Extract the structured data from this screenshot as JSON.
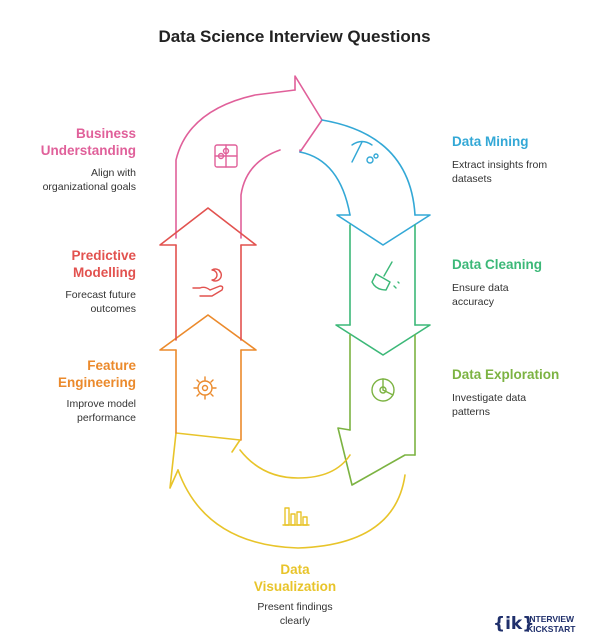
{
  "title": "Data Science Interview Questions",
  "colors": {
    "pink": "#e0609a",
    "blue": "#33a8d6",
    "green": "#3cb878",
    "olive": "#7cb342",
    "yellow": "#e8c42a",
    "orange": "#eb8a2c",
    "red": "#e2524f"
  },
  "steps": [
    {
      "title_lines": [
        "Business",
        "Understanding"
      ],
      "desc_lines": [
        "Align with",
        "organizational goals"
      ],
      "icon": "puzzle-icon"
    },
    {
      "title_lines": [
        "Data Mining"
      ],
      "desc_lines": [
        "Extract insights from",
        "datasets"
      ],
      "icon": "pickaxe-icon"
    },
    {
      "title_lines": [
        "Data Cleaning"
      ],
      "desc_lines": [
        "Ensure data",
        "accuracy"
      ],
      "icon": "broom-icon"
    },
    {
      "title_lines": [
        "Data Exploration"
      ],
      "desc_lines": [
        "Investigate data",
        "patterns"
      ],
      "icon": "pie-chart-icon"
    },
    {
      "title_lines": [
        "Data",
        "Visualization"
      ],
      "desc_lines": [
        "Present findings",
        "clearly"
      ],
      "icon": "bar-chart-icon"
    },
    {
      "title_lines": [
        "Feature",
        "Engineering"
      ],
      "desc_lines": [
        "Improve model",
        "performance"
      ],
      "icon": "gear-icon"
    },
    {
      "title_lines": [
        "Predictive",
        "Modelling"
      ],
      "desc_lines": [
        "Forecast future",
        "outcomes"
      ],
      "icon": "hand-moon-icon"
    }
  ],
  "logo": {
    "brace_text": "{ik}",
    "line1": "INTERVIEW",
    "line2": "KICKSTART"
  }
}
